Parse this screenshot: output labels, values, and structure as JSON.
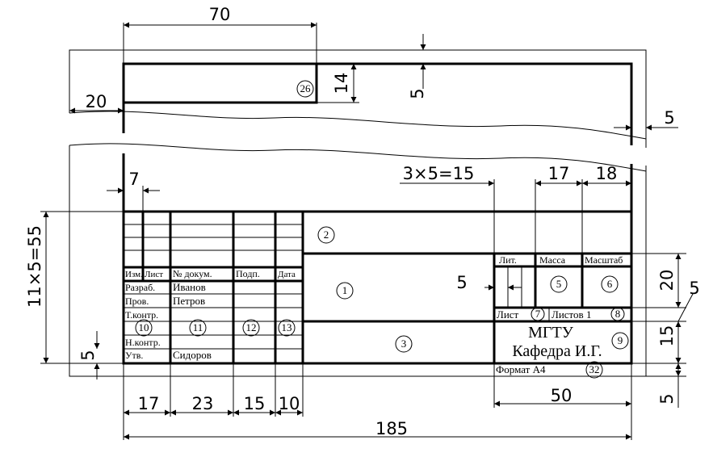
{
  "dimensions": {
    "top_width": "70",
    "left_margin": "20",
    "field_height": "14",
    "top_gap": "5",
    "right_margin": "5",
    "col_first": "7",
    "cols_small": "3×5=15",
    "col_mass": "17",
    "col_scale": "18",
    "rows_total": "11×5=55",
    "row_five_left": "5",
    "row_five_mid": "5",
    "height_twenty": "20",
    "height_five": "5",
    "height_fifteen": "15",
    "bottom_five": "5",
    "width_fifty": "50",
    "col_17": "17",
    "col_23": "23",
    "col_15": "15",
    "col_10": "10",
    "total_185": "185"
  },
  "headers": {
    "izm": "Изм.",
    "list": "Лист",
    "doc_no": "№ докум.",
    "sign": "Подп.",
    "date": "Дата",
    "lit": "Лит.",
    "mass": "Масса",
    "scale": "Масштаб"
  },
  "roles": {
    "develop": "Разраб.",
    "check": "Пров.",
    "tcontrol": "Т.контр.",
    "ncontrol": "Н.контр.",
    "approve": "Утв."
  },
  "names": {
    "develop": "Иванов",
    "check": "Петров",
    "approve": "Сидоров"
  },
  "sheet": {
    "list_label": "Лист",
    "sheets_label": "Листов 1",
    "org_line1": "МГТУ",
    "org_line2": "Кафедра И.Г.",
    "format": "Формат А4"
  },
  "markers": {
    "m1": "1",
    "m2": "2",
    "m3": "3",
    "m5": "5",
    "m6": "6",
    "m7": "7",
    "m8": "8",
    "m9": "9",
    "m10": "10",
    "m11": "11",
    "m12": "12",
    "m13": "13",
    "m26": "26",
    "m32": "32"
  }
}
